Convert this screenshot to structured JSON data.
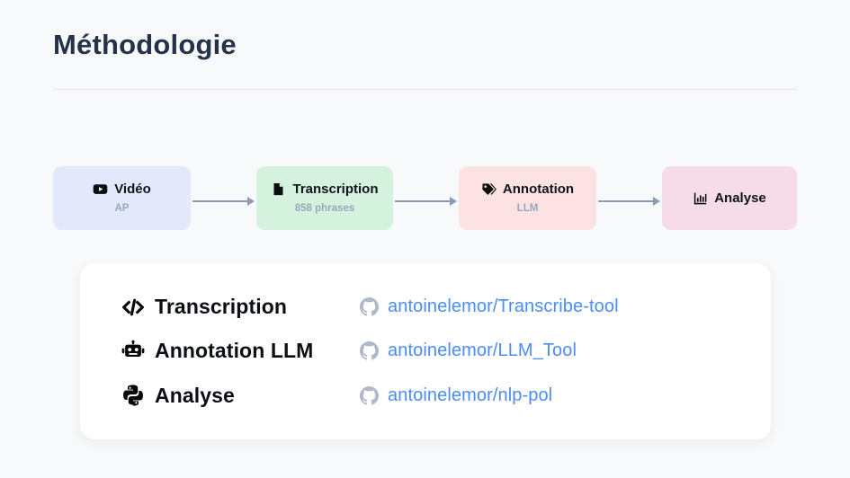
{
  "page": {
    "title": "Méthodologie",
    "background_color": "#F8F9FB",
    "divider_color": "#E2E8F2"
  },
  "flow": {
    "arrow_color": "#8A9CB5",
    "steps": [
      {
        "icon": "youtube-icon",
        "label": "Vidéo",
        "sublabel": "AP",
        "color": "#E3E9FB"
      },
      {
        "icon": "document-icon",
        "label": "Transcription",
        "sublabel": "858 phrases",
        "color": "#D5F2DE"
      },
      {
        "icon": "tag-icon",
        "label": "Annotation",
        "sublabel": "LLM",
        "color": "#FCE2E2"
      },
      {
        "icon": "bar-chart-icon",
        "label": "Analyse",
        "sublabel": "",
        "color": "#F6DCE6"
      }
    ]
  },
  "repos": {
    "link_color": "#4B8CF5",
    "items": [
      {
        "icon": "code-icon",
        "name": "Transcription",
        "link_icon": "github-icon",
        "link_text": "antoinelemor/Transcribe-tool"
      },
      {
        "icon": "robot-icon",
        "name": "Annotation LLM",
        "link_icon": "github-icon",
        "link_text": "antoinelemor/LLM_Tool"
      },
      {
        "icon": "python-icon",
        "name": "Analyse",
        "link_icon": "github-icon",
        "link_text": "antoinelemor/nlp-pol"
      }
    ]
  }
}
